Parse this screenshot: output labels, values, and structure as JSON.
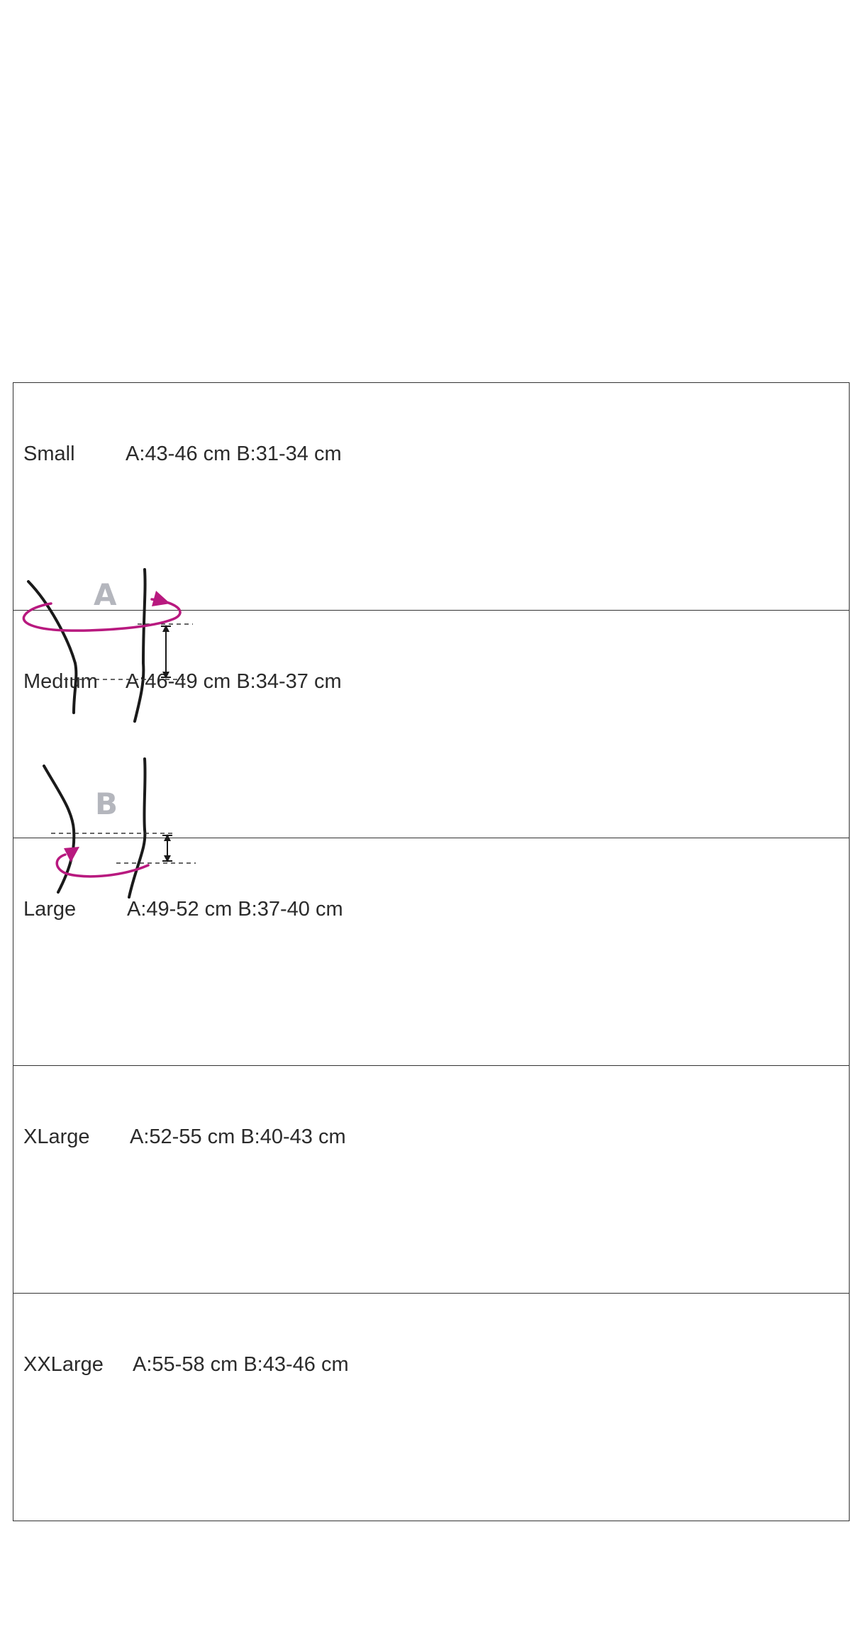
{
  "sizes": [
    {
      "name": "Small",
      "measure": "A:43-46 cm B:31-34 cm"
    },
    {
      "name": "Medıum",
      "measure": "A:46-49 cm B:34-37 cm"
    },
    {
      "name": "Large",
      "measure": "A:49-52 cm B:37-40 cm"
    },
    {
      "name": "XLarge",
      "measure": "A:52-55 cm B:40-43 cm"
    },
    {
      "name": "XXLarge",
      "measure": "A:55-58 cm B:43-46 cm"
    }
  ],
  "diagrams": {
    "a_label": "A",
    "b_label": "B"
  },
  "colors": {
    "accent": "#b8197f",
    "letter": "#b4b6bd",
    "line": "#1a1a1a"
  }
}
